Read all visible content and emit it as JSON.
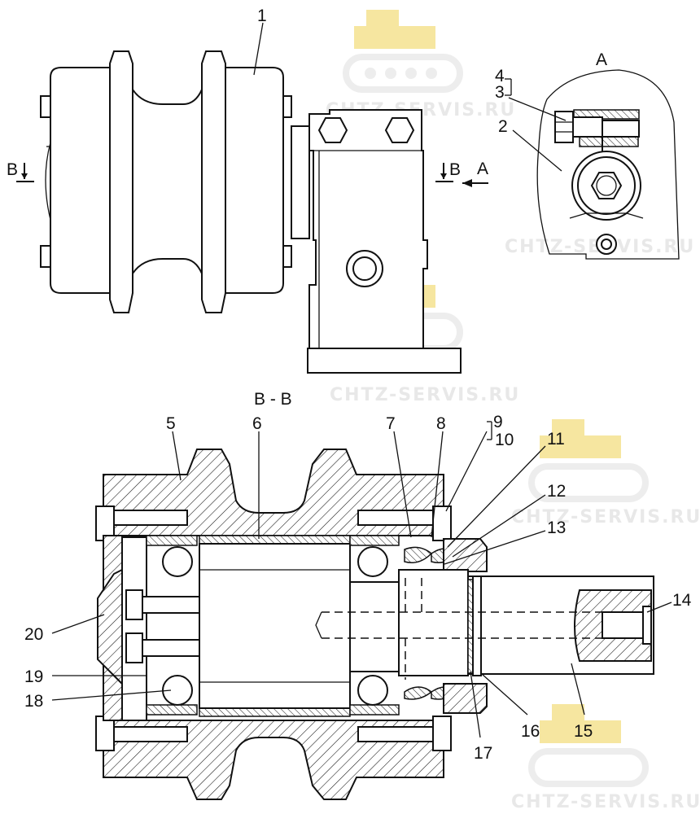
{
  "title": "",
  "views": {
    "section_label": "B - B",
    "view_a_label": "A",
    "cut_mark_left": "B",
    "cut_mark_right": "B",
    "arrow_label": "A"
  },
  "watermark": {
    "text": "CHTZ-SERVIS.RU",
    "color": "#e8e8e8",
    "logo_color": "#f6e6a0"
  },
  "callouts": [
    {
      "num": "1"
    },
    {
      "num": "2"
    },
    {
      "num": "3"
    },
    {
      "num": "4"
    },
    {
      "num": "5"
    },
    {
      "num": "6"
    },
    {
      "num": "7"
    },
    {
      "num": "8"
    },
    {
      "num": "9"
    },
    {
      "num": "10"
    },
    {
      "num": "11"
    },
    {
      "num": "12"
    },
    {
      "num": "13"
    },
    {
      "num": "14"
    },
    {
      "num": "15"
    },
    {
      "num": "16"
    },
    {
      "num": "17"
    },
    {
      "num": "18"
    },
    {
      "num": "19"
    },
    {
      "num": "20"
    }
  ]
}
